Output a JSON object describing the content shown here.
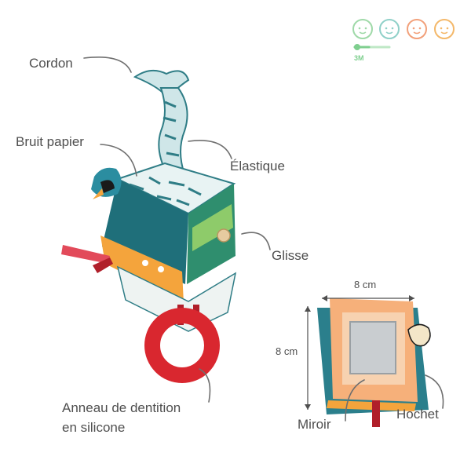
{
  "labels": {
    "cordon": "Cordon",
    "bruit_papier": "Bruit papier",
    "elastique": "Élastique",
    "glisse": "Glisse",
    "anneau_line1": "Anneau de dentition",
    "anneau_line2": "en silicone",
    "miroir": "Miroir",
    "hochet": "Hochet"
  },
  "dimensions": {
    "width": "8 cm",
    "height": "8 cm"
  },
  "age_indicator": {
    "label": "3M",
    "faces": [
      "baby-face-icon",
      "toddler-face-icon",
      "child-face-icon",
      "kid-face-icon"
    ],
    "colors": [
      "#9fd9a8",
      "#8fd0c8",
      "#f2a07a",
      "#f4b86a"
    ]
  }
}
